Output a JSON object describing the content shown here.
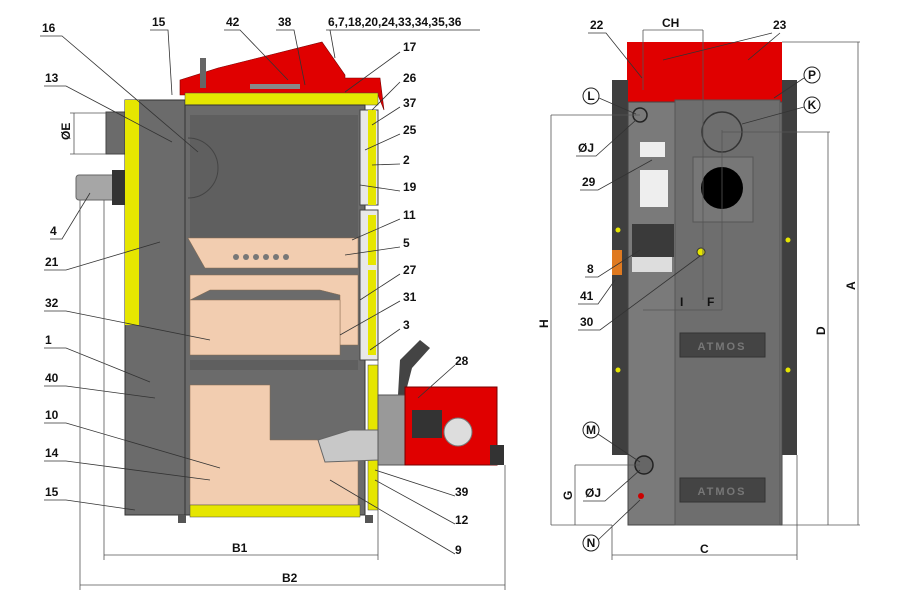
{
  "colors": {
    "body": "#6b6b6b",
    "dark": "#4a4a4a",
    "insulation": "#e6e600",
    "fireclay": "#f2cdb0",
    "cover": "#e00000",
    "door": "#e8e8e8"
  },
  "side_view": {
    "labels_top": [
      "16",
      "15",
      "42",
      "38",
      "6,7,18,20,24,33,34,35,36"
    ],
    "labels_left": [
      "13",
      "4",
      "21",
      "32",
      "1",
      "40",
      "10",
      "14",
      "15"
    ],
    "labels_right": [
      "17",
      "26",
      "37",
      "25",
      "2",
      "19",
      "11",
      "5",
      "27",
      "31",
      "3",
      "28",
      "39",
      "12",
      "9"
    ],
    "dim_e": "ØE",
    "dim_b1": "B1",
    "dim_b2": "B2"
  },
  "rear_view": {
    "label_22": "22",
    "dim_ch": "CH",
    "label_23": "23",
    "circle_l": "L",
    "circle_p": "P",
    "circle_k": "K",
    "dim_j_top": "ØJ",
    "label_29": "29",
    "label_8": "8",
    "label_41": "41",
    "label_30": "30",
    "dim_i": "I",
    "dim_f": "F",
    "dim_h": "H",
    "dim_d": "D",
    "dim_a": "A",
    "circle_m": "M",
    "dim_j_bottom": "ØJ",
    "dim_g": "G",
    "circle_n": "N",
    "dim_c": "C",
    "brand_top": "ATMOS",
    "brand_bottom": "ATMOS"
  }
}
